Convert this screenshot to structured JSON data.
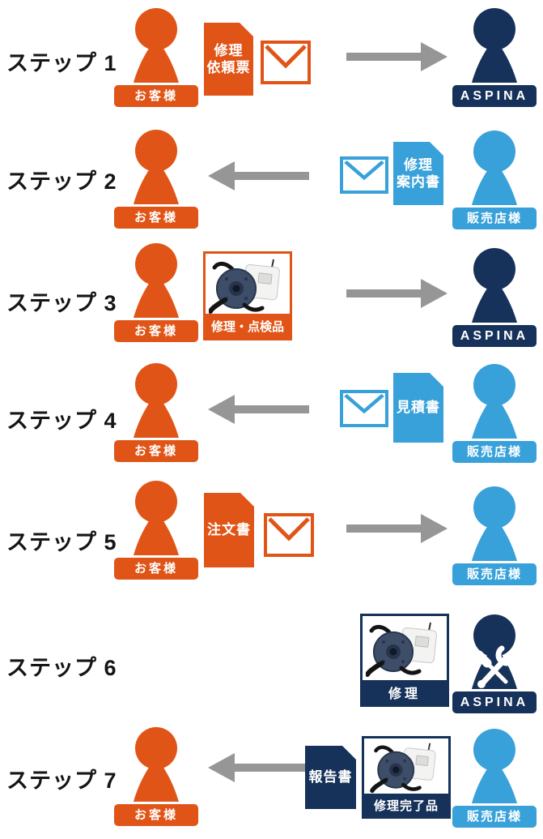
{
  "colors": {
    "orange": "#E05517",
    "navy": "#16325A",
    "blue": "#38A1DA",
    "arrow": "#969696",
    "text": "#151515"
  },
  "icons": {
    "person": "person-icon",
    "document": "document-icon",
    "envelope": "envelope-icon",
    "arrow_right": "arrow-right-icon",
    "arrow_left": "arrow-left-icon",
    "tools": "crossed-tools-icon",
    "product": "motor-product-photo"
  },
  "rows": [
    {
      "step_label": "ステップ 1",
      "left_actor": {
        "label": "お客様"
      },
      "document": {
        "lines": [
          "修理",
          "依頼票"
        ]
      },
      "arrow": {
        "direction": "right"
      },
      "right_actor": {
        "label": "ASPINA"
      }
    },
    {
      "step_label": "ステップ 2",
      "left_actor": {
        "label": "お客様"
      },
      "document": {
        "lines": [
          "修理",
          "案内書"
        ]
      },
      "arrow": {
        "direction": "left"
      },
      "right_actor": {
        "label": "販売店様"
      }
    },
    {
      "step_label": "ステップ 3",
      "left_actor": {
        "label": "お客様"
      },
      "product": {
        "label": "修理・点検品"
      },
      "arrow": {
        "direction": "right"
      },
      "right_actor": {
        "label": "ASPINA"
      }
    },
    {
      "step_label": "ステップ 4",
      "left_actor": {
        "label": "お客様"
      },
      "document": {
        "lines": [
          "見積書"
        ]
      },
      "arrow": {
        "direction": "left"
      },
      "right_actor": {
        "label": "販売店様"
      }
    },
    {
      "step_label": "ステップ 5",
      "left_actor": {
        "label": "お客様"
      },
      "document": {
        "lines": [
          "注文書"
        ]
      },
      "arrow": {
        "direction": "right"
      },
      "right_actor": {
        "label": "販売店様"
      }
    },
    {
      "step_label": "ステップ 6",
      "product": {
        "label": "修理"
      },
      "right_actor": {
        "label": "ASPINA"
      }
    },
    {
      "step_label": "ステップ 7",
      "left_actor": {
        "label": "お客様"
      },
      "document": {
        "lines": [
          "報告書"
        ]
      },
      "product": {
        "label": "修理完了品"
      },
      "arrow": {
        "direction": "left"
      },
      "right_actor": {
        "label": "販売店様"
      }
    }
  ]
}
